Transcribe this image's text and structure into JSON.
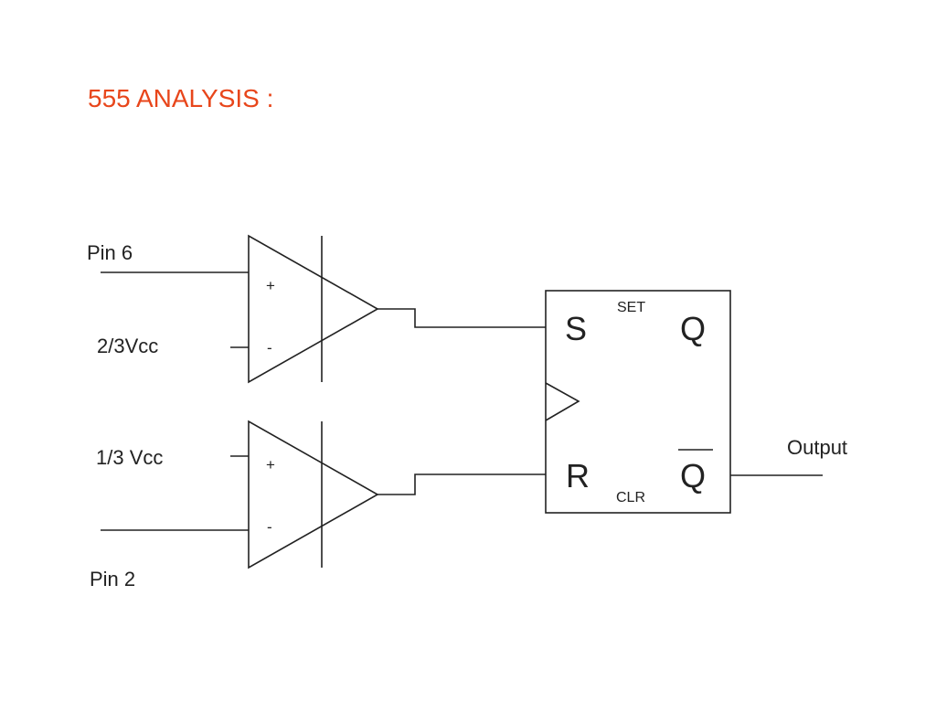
{
  "slide": {
    "title": "555 ANALYSIS :"
  },
  "colors": {
    "title": "#e8461b",
    "lines": "#222222"
  },
  "comparator_upper": {
    "input_noninverting": "Pin 6",
    "input_inverting": "2/3Vcc",
    "plus_sign": "+",
    "minus_sign": "-"
  },
  "comparator_lower": {
    "input_noninverting": "1/3 Vcc",
    "input_inverting": "Pin 2",
    "plus_sign": "+",
    "minus_sign": "-"
  },
  "flip_flop": {
    "set_input": "S",
    "set_label": "SET",
    "reset_input": "R",
    "clear_label": "CLR",
    "q_output": "Q",
    "q_bar_output": "Q"
  },
  "output_label": "Output"
}
